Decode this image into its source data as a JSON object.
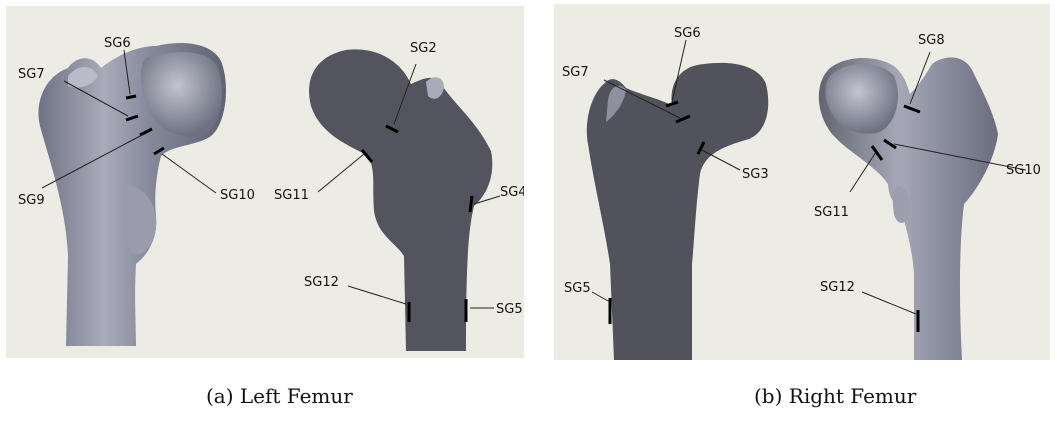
{
  "figure": {
    "left": {
      "caption": "(a) Left Femur",
      "labels": {
        "sg6": "SG6",
        "sg7": "SG7",
        "sg9": "SG9",
        "sg10": "SG10",
        "sg2": "SG2",
        "sg11": "SG11",
        "sg4": "SG4",
        "sg12": "SG12",
        "sg5": "SG5"
      }
    },
    "right": {
      "caption": "(b) Right Femur",
      "labels": {
        "sg6": "SG6",
        "sg7": "SG7",
        "sg3": "SG3",
        "sg5": "SG5",
        "sg8": "SG8",
        "sg10": "SG10",
        "sg11": "SG11",
        "sg12": "SG12"
      }
    }
  },
  "colors": {
    "panel_background": "#ecece4",
    "bone_shaded": "#7b7e8f",
    "bone_highlight": "#b4b6c4",
    "bone_flat": "#4f505a",
    "gauge": "#000000"
  }
}
